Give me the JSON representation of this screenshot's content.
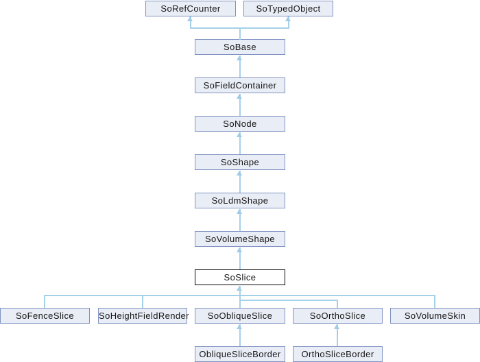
{
  "diagram": {
    "type": "class-inheritance-graph",
    "highlighted_node": "SoSlice",
    "colors": {
      "node_fill": "#e9edf6",
      "node_border": "#8092c2",
      "highlight_fill": "#ffffff",
      "highlight_border": "#000000",
      "edge": "#a5d0ea",
      "text": "#151515",
      "background": "#ffffff"
    },
    "nodes": [
      {
        "label": "SoRefCounter"
      },
      {
        "label": "SoTypedObject"
      },
      {
        "label": "SoBase"
      },
      {
        "label": "SoFieldContainer"
      },
      {
        "label": "SoNode"
      },
      {
        "label": "SoShape"
      },
      {
        "label": "SoLdmShape"
      },
      {
        "label": "SoVolumeShape"
      },
      {
        "label": "SoSlice"
      },
      {
        "label": "SoFenceSlice"
      },
      {
        "label": "SoHeightFieldRender"
      },
      {
        "label": "SoObliqueSlice"
      },
      {
        "label": "SoOrthoSlice"
      },
      {
        "label": "SoVolumeSkin"
      },
      {
        "label": "ObliqueSliceBorder"
      },
      {
        "label": "OrthoSliceBorder"
      }
    ],
    "edges": [
      {
        "derived": "SoBase",
        "base": "SoRefCounter"
      },
      {
        "derived": "SoBase",
        "base": "SoTypedObject"
      },
      {
        "derived": "SoFieldContainer",
        "base": "SoBase"
      },
      {
        "derived": "SoNode",
        "base": "SoFieldContainer"
      },
      {
        "derived": "SoShape",
        "base": "SoNode"
      },
      {
        "derived": "SoLdmShape",
        "base": "SoShape"
      },
      {
        "derived": "SoVolumeShape",
        "base": "SoLdmShape"
      },
      {
        "derived": "SoSlice",
        "base": "SoVolumeShape"
      },
      {
        "derived": "SoFenceSlice",
        "base": "SoSlice"
      },
      {
        "derived": "SoHeightFieldRender",
        "base": "SoSlice"
      },
      {
        "derived": "SoObliqueSlice",
        "base": "SoSlice"
      },
      {
        "derived": "SoOrthoSlice",
        "base": "SoSlice"
      },
      {
        "derived": "SoVolumeSkin",
        "base": "SoSlice"
      },
      {
        "derived": "ObliqueSliceBorder",
        "base": "SoObliqueSlice"
      },
      {
        "derived": "OrthoSliceBorder",
        "base": "SoOrthoSlice"
      }
    ]
  }
}
